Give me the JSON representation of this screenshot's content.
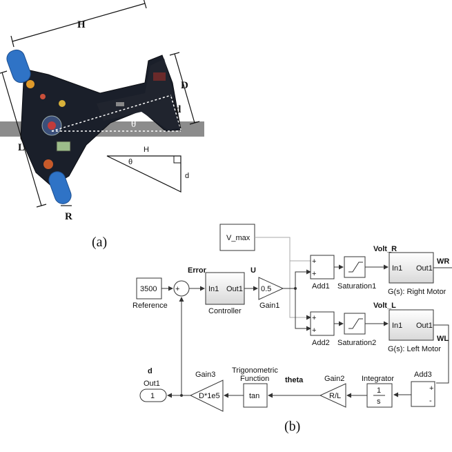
{
  "photo": {
    "labels": {
      "H": "H",
      "D": "D",
      "d": "d",
      "L": "L",
      "R": "R",
      "theta": "θ"
    },
    "triangle": {
      "H": "H",
      "d": "d",
      "theta": "θ"
    }
  },
  "captions": {
    "a": "(a)",
    "b": "(b)"
  },
  "blocks": {
    "v_max": "V_max",
    "reference": {
      "value": "3500",
      "label": "Reference"
    },
    "sum_sign": "+",
    "controller": {
      "in": "In1",
      "out": "Out1",
      "label": "Controller"
    },
    "gain1": {
      "value": "0.5",
      "label": "Gain1"
    },
    "add1": {
      "label": "Add1"
    },
    "add2": {
      "label": "Add2"
    },
    "saturation1": "Saturation1",
    "saturation2": "Saturation2",
    "right_motor": {
      "in": "In1",
      "out": "Out1",
      "label": "G(s): Right Motor"
    },
    "left_motor": {
      "in": "In1",
      "out": "Out1",
      "label": "G(s): Left Motor"
    },
    "add3": "Add3",
    "integrator": {
      "top": "1",
      "bottom": "s",
      "label": "Integrator"
    },
    "gain2": {
      "value": "R/L",
      "label": "Gain2"
    },
    "trig": {
      "value": "tan",
      "label1": "Trigonometric",
      "label2": "Function"
    },
    "gain3": {
      "value": "D*1e5",
      "label": "Gain3"
    },
    "out1": {
      "value": "1",
      "label": "Out1"
    }
  },
  "signals": {
    "error": "Error",
    "u": "U",
    "volt_r": "Volt_R",
    "volt_l": "Volt_L",
    "wr": "WR",
    "wl": "WL",
    "theta": "theta",
    "d": "d"
  }
}
